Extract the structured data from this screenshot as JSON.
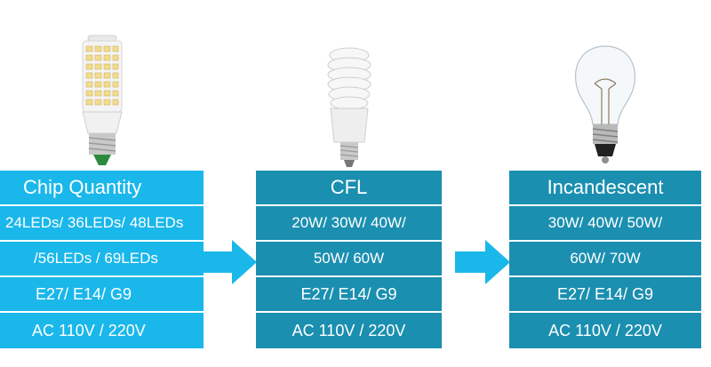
{
  "columns": [
    {
      "header": "Chip Quantity",
      "rows": [
        "24LEDs/ 36LEDs/ 48LEDs",
        "/56LEDs / 69LEDs",
        "E27/ E14/ G9",
        "AC 110V / 220V"
      ],
      "icon": "led-corn-bulb-icon"
    },
    {
      "header": "CFL",
      "rows": [
        "20W/ 30W/ 40W/",
        "50W/ 60W",
        "E27/ E14/ G9",
        "AC 110V / 220V"
      ],
      "icon": "cfl-spiral-bulb-icon"
    },
    {
      "header": "Incandescent",
      "rows": [
        "30W/ 40W/ 50W/",
        "60W/ 70W",
        "E27/ E14/ G9",
        "AC 110V / 220V"
      ],
      "icon": "incandescent-bulb-icon"
    }
  ],
  "colors": {
    "light_blue": "#1ab7ea",
    "dark_blue": "#1b8fb0",
    "arrow_blue": "#1ab7ea"
  }
}
